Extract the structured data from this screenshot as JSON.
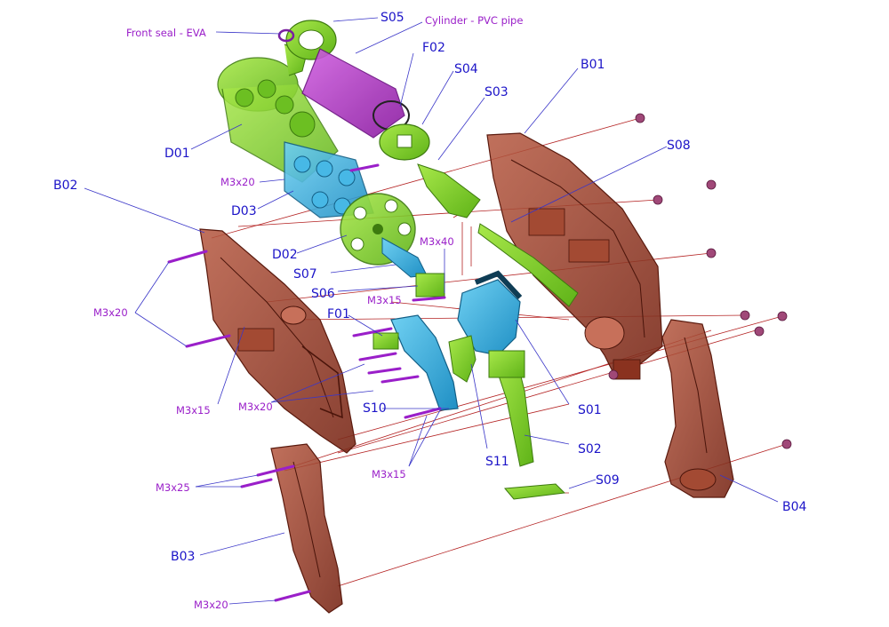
{
  "colors": {
    "part_label": "#1c14c8",
    "hardware_label": "#9a1fc9",
    "guide_line": "#b42323",
    "frame": "#9b3c28",
    "green_parts": "#7ed321",
    "blue_parts": "#2eaadc",
    "purple_parts": "#b030c0"
  },
  "labels": {
    "front_seal": "Front seal - EVA",
    "cylinder": "Cylinder - PVC pipe",
    "S05": "S05",
    "F02": "F02",
    "S04": "S04",
    "S03": "S03",
    "B01": "B01",
    "S08": "S08",
    "D01": "D01",
    "B02": "B02",
    "M3x20_d03": "M3x20",
    "D03": "D03",
    "M3x40": "M3x40",
    "D02": "D02",
    "S07": "S07",
    "S06": "S06",
    "M3x15_s06": "M3x15",
    "F01": "F01",
    "M3x20_left": "M3x20",
    "M3x15_left": "M3x15",
    "M3x20_mid": "M3x20",
    "S10": "S10",
    "S01": "S01",
    "S02": "S02",
    "S11": "S11",
    "M3x15_bottom": "M3x15",
    "M3x25": "M3x25",
    "S09": "S09",
    "B04": "B04",
    "B03": "B03",
    "M3x20_bottom": "M3x20"
  }
}
